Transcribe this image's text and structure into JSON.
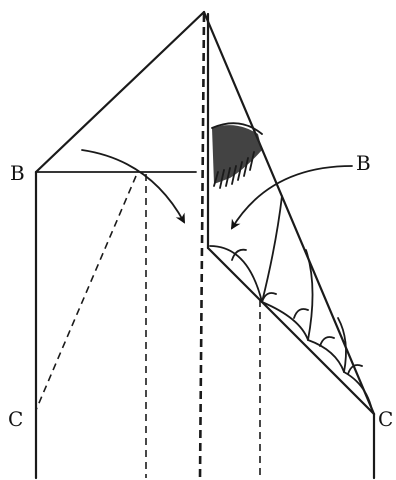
{
  "labels": {
    "b_left": "B",
    "b_right": "B",
    "c_left": "C",
    "c_right": "C"
  }
}
